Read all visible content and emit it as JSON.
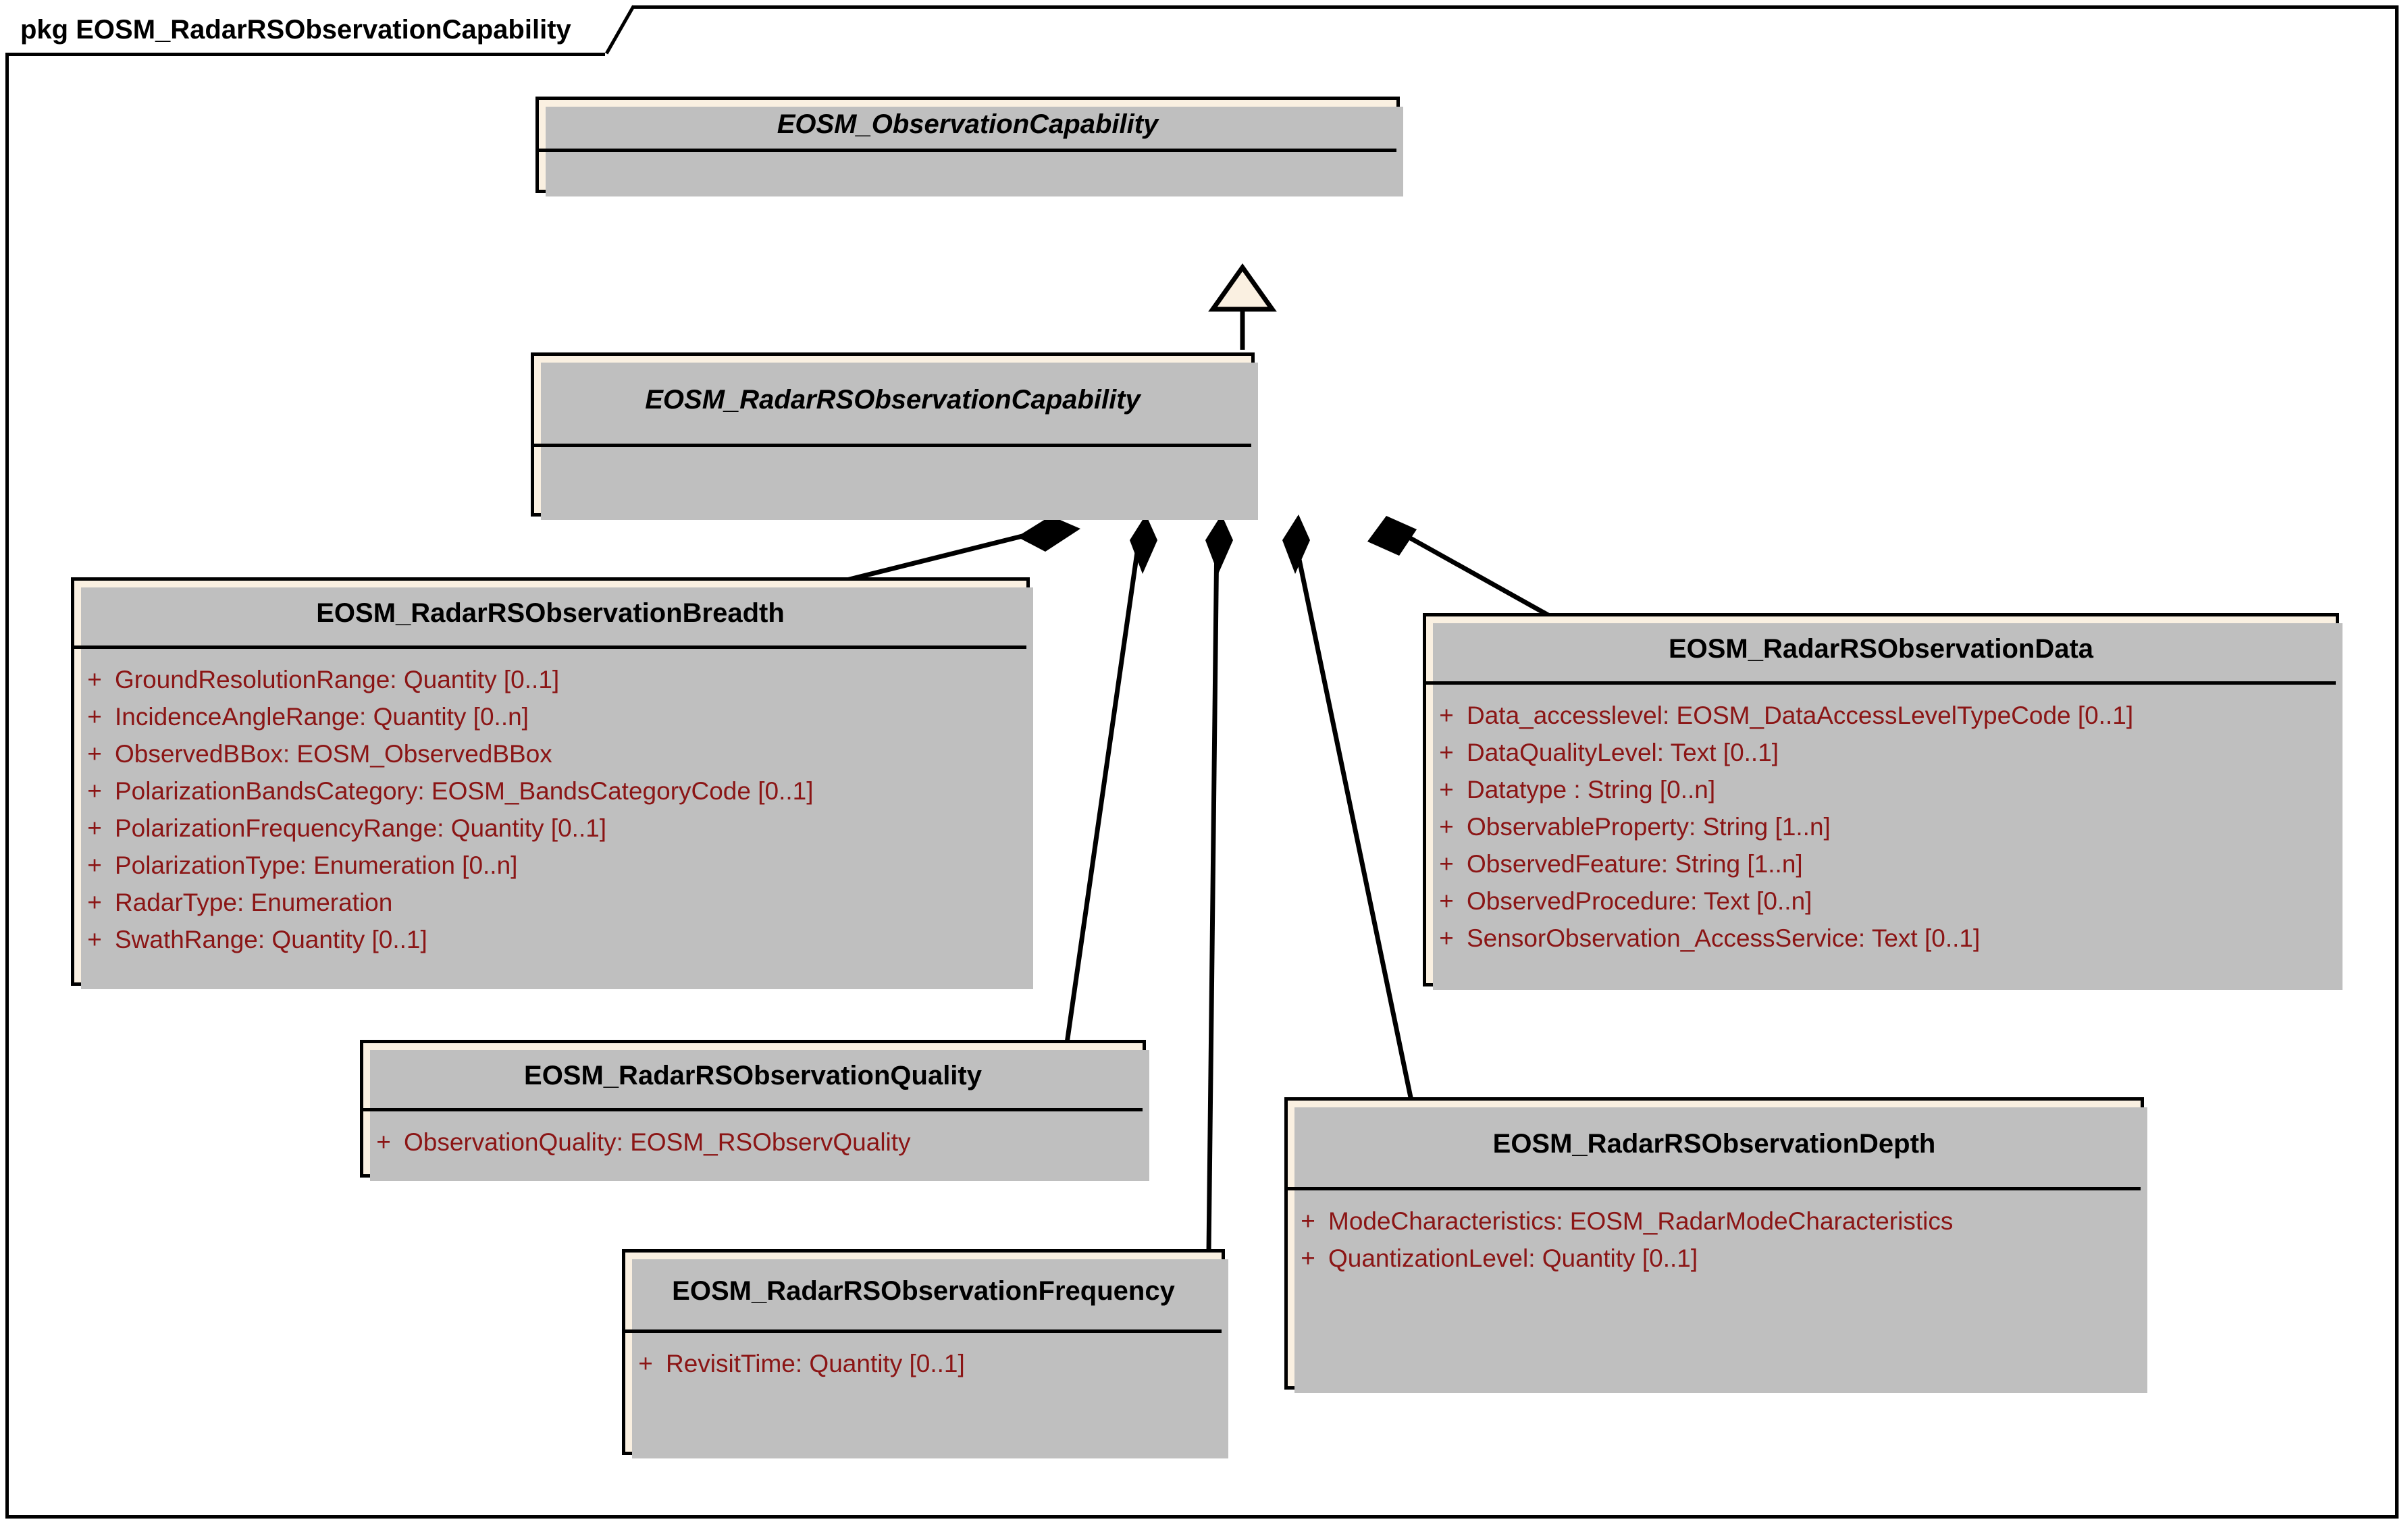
{
  "diagram": {
    "type": "uml-class-diagram",
    "package_keyword": "pkg",
    "package_name": "EOSM_RadarRSObservationCapability",
    "package_header": "pkg EOSM_RadarRSObservationCapability",
    "colors": {
      "class_fill": "#FAF0E1",
      "class_border": "#000000",
      "title_text": "#000000",
      "attribute_text": "#8B1515",
      "shadow": "#BFBFBF",
      "background": "#FFFFFF"
    }
  },
  "classes": [
    {
      "id": "observation-capability",
      "name": "EOSM_ObservationCapability",
      "abstract": true,
      "attributes": []
    },
    {
      "id": "radar-rs-observation-capability",
      "name": "EOSM_RadarRSObservationCapability",
      "abstract": true,
      "attributes": []
    },
    {
      "id": "radar-rs-observation-breadth",
      "name": "EOSM_RadarRSObservationBreadth",
      "abstract": false,
      "attributes": [
        {
          "visibility": "+",
          "signature": "GroundResolutionRange:  Quantity [0..1]"
        },
        {
          "visibility": "+",
          "signature": "IncidenceAngleRange:  Quantity [0..n]"
        },
        {
          "visibility": "+",
          "signature": "ObservedBBox:  EOSM_ObservedBBox"
        },
        {
          "visibility": "+",
          "signature": "PolarizationBandsCategory:  EOSM_BandsCategoryCode [0..1]"
        },
        {
          "visibility": "+",
          "signature": "PolarizationFrequencyRange:  Quantity [0..1]"
        },
        {
          "visibility": "+",
          "signature": "PolarizationType:  Enumeration [0..n]"
        },
        {
          "visibility": "+",
          "signature": "RadarType:  Enumeration"
        },
        {
          "visibility": "+",
          "signature": "SwathRange:  Quantity [0..1]"
        }
      ]
    },
    {
      "id": "radar-rs-observation-data",
      "name": "EOSM_RadarRSObservationData",
      "abstract": false,
      "attributes": [
        {
          "visibility": "+",
          "signature": "Data_accesslevel:  EOSM_DataAccessLevelTypeCode [0..1]"
        },
        {
          "visibility": "+",
          "signature": "DataQualityLevel:  Text [0..1]"
        },
        {
          "visibility": "+",
          "signature": "Datatype :  String [0..n]"
        },
        {
          "visibility": "+",
          "signature": "ObservableProperty:  String [1..n]"
        },
        {
          "visibility": "+",
          "signature": "ObservedFeature:  String [1..n]"
        },
        {
          "visibility": "+",
          "signature": "ObservedProcedure:  Text [0..n]"
        },
        {
          "visibility": "+",
          "signature": "SensorObservation_AccessService:  Text [0..1]"
        }
      ]
    },
    {
      "id": "radar-rs-observation-quality",
      "name": "EOSM_RadarRSObservationQuality",
      "abstract": false,
      "attributes": [
        {
          "visibility": "+",
          "signature": "ObservationQuality:  EOSM_RSObservQuality"
        }
      ]
    },
    {
      "id": "radar-rs-observation-depth",
      "name": "EOSM_RadarRSObservationDepth",
      "abstract": false,
      "attributes": [
        {
          "visibility": "+",
          "signature": "ModeCharacteristics:  EOSM_RadarModeCharacteristics"
        },
        {
          "visibility": "+",
          "signature": "QuantizationLevel:  Quantity [0..1]"
        }
      ]
    },
    {
      "id": "radar-rs-observation-frequency",
      "name": "EOSM_RadarRSObservationFrequency",
      "abstract": false,
      "attributes": [
        {
          "visibility": "+",
          "signature": "RevisitTime:  Quantity [0..1]"
        }
      ]
    }
  ],
  "relationships": [
    {
      "kind": "generalization",
      "from": "radar-rs-observation-capability",
      "to": "observation-capability"
    },
    {
      "kind": "composition",
      "from": "radar-rs-observation-capability",
      "to": "radar-rs-observation-breadth"
    },
    {
      "kind": "composition",
      "from": "radar-rs-observation-capability",
      "to": "radar-rs-observation-quality"
    },
    {
      "kind": "composition",
      "from": "radar-rs-observation-capability",
      "to": "radar-rs-observation-frequency"
    },
    {
      "kind": "composition",
      "from": "radar-rs-observation-capability",
      "to": "radar-rs-observation-depth"
    },
    {
      "kind": "composition",
      "from": "radar-rs-observation-capability",
      "to": "radar-rs-observation-data"
    }
  ]
}
